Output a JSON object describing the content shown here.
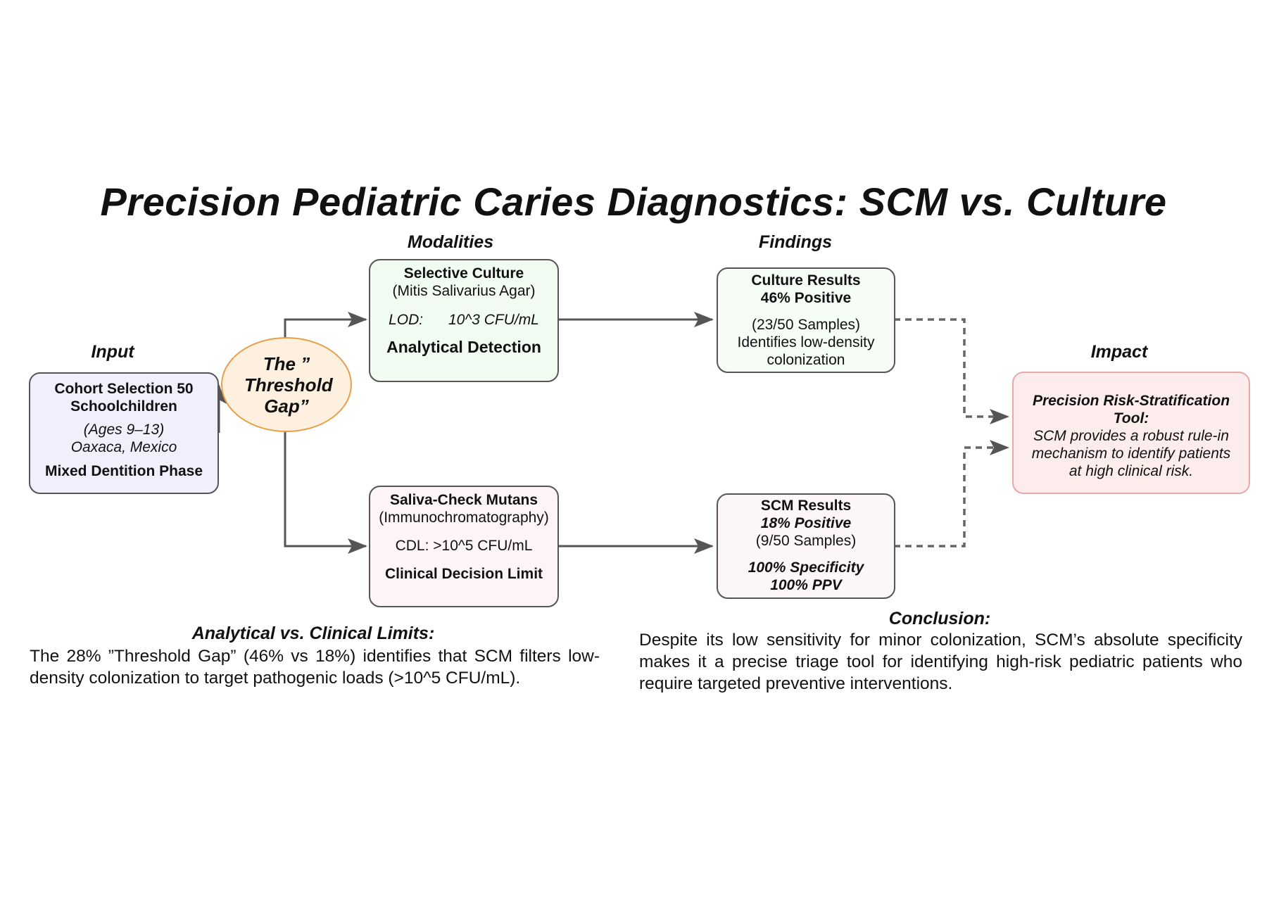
{
  "title": "Precision Pediatric Caries Diagnostics: SCM vs. Culture",
  "headers": {
    "input": "Input",
    "modalities": "Modalities",
    "findings": "Findings",
    "impact": "Impact"
  },
  "cohort": {
    "title": "Cohort Selection 50 Schoolchildren",
    "ages": "(Ages 9–13)",
    "location": "Oaxaca, Mexico",
    "phase": "Mixed Dentition Phase"
  },
  "gap": {
    "label": "The ” Threshold Gap”"
  },
  "culture": {
    "title": "Selective Culture",
    "subtitle": "(Mitis Salivarius Agar)",
    "lod_label": "LOD:",
    "lod_value": "10^3 CFU/mL",
    "footer": "Analytical Detection"
  },
  "scm": {
    "title": "Saliva-Check Mutans",
    "subtitle": "(Immunochromatography)",
    "cdl": "CDL: >10^5 CFU/mL",
    "footer": "Clinical Decision Limit"
  },
  "culture_results": {
    "title": "Culture Results",
    "positive": "46% Positive",
    "samples": "(23/50 Samples)",
    "note": "Identifies low-density colonization"
  },
  "scm_results": {
    "title": "SCM Results",
    "positive": "18% Positive",
    "samples": "(9/50 Samples)",
    "specificity": "100% Specificity",
    "ppv": "100% PPV"
  },
  "impact": {
    "title": "Precision Risk-Stratification Tool:",
    "text": "SCM provides a robust rule-in mechanism to identify patients at high clinical risk."
  },
  "limits": {
    "title": "Analytical vs. Clinical Limits:",
    "text": "The 28% ”Threshold Gap” (46% vs 18%) identifies that SCM filters low-density colonization to target pathogenic loads (>10^5 CFU/mL)."
  },
  "conclusion": {
    "title": "Conclusion:",
    "text": "Despite its low sensitivity for minor colonization, SCM’s absolute specificity makes it a precise triage tool for identifying high-risk pediatric patients who require targeted preventive interventions."
  },
  "colors": {
    "cohort_fill": "#f0f0fc",
    "gap_fill": "#fdf0df",
    "gap_border": "#e6a04a",
    "culture_fill": "#f2fbf2",
    "scm_fill": "#fdf4f6",
    "impact_fill": "#fdecec",
    "impact_border": "#e8a8a8",
    "arrow": "#555555"
  }
}
